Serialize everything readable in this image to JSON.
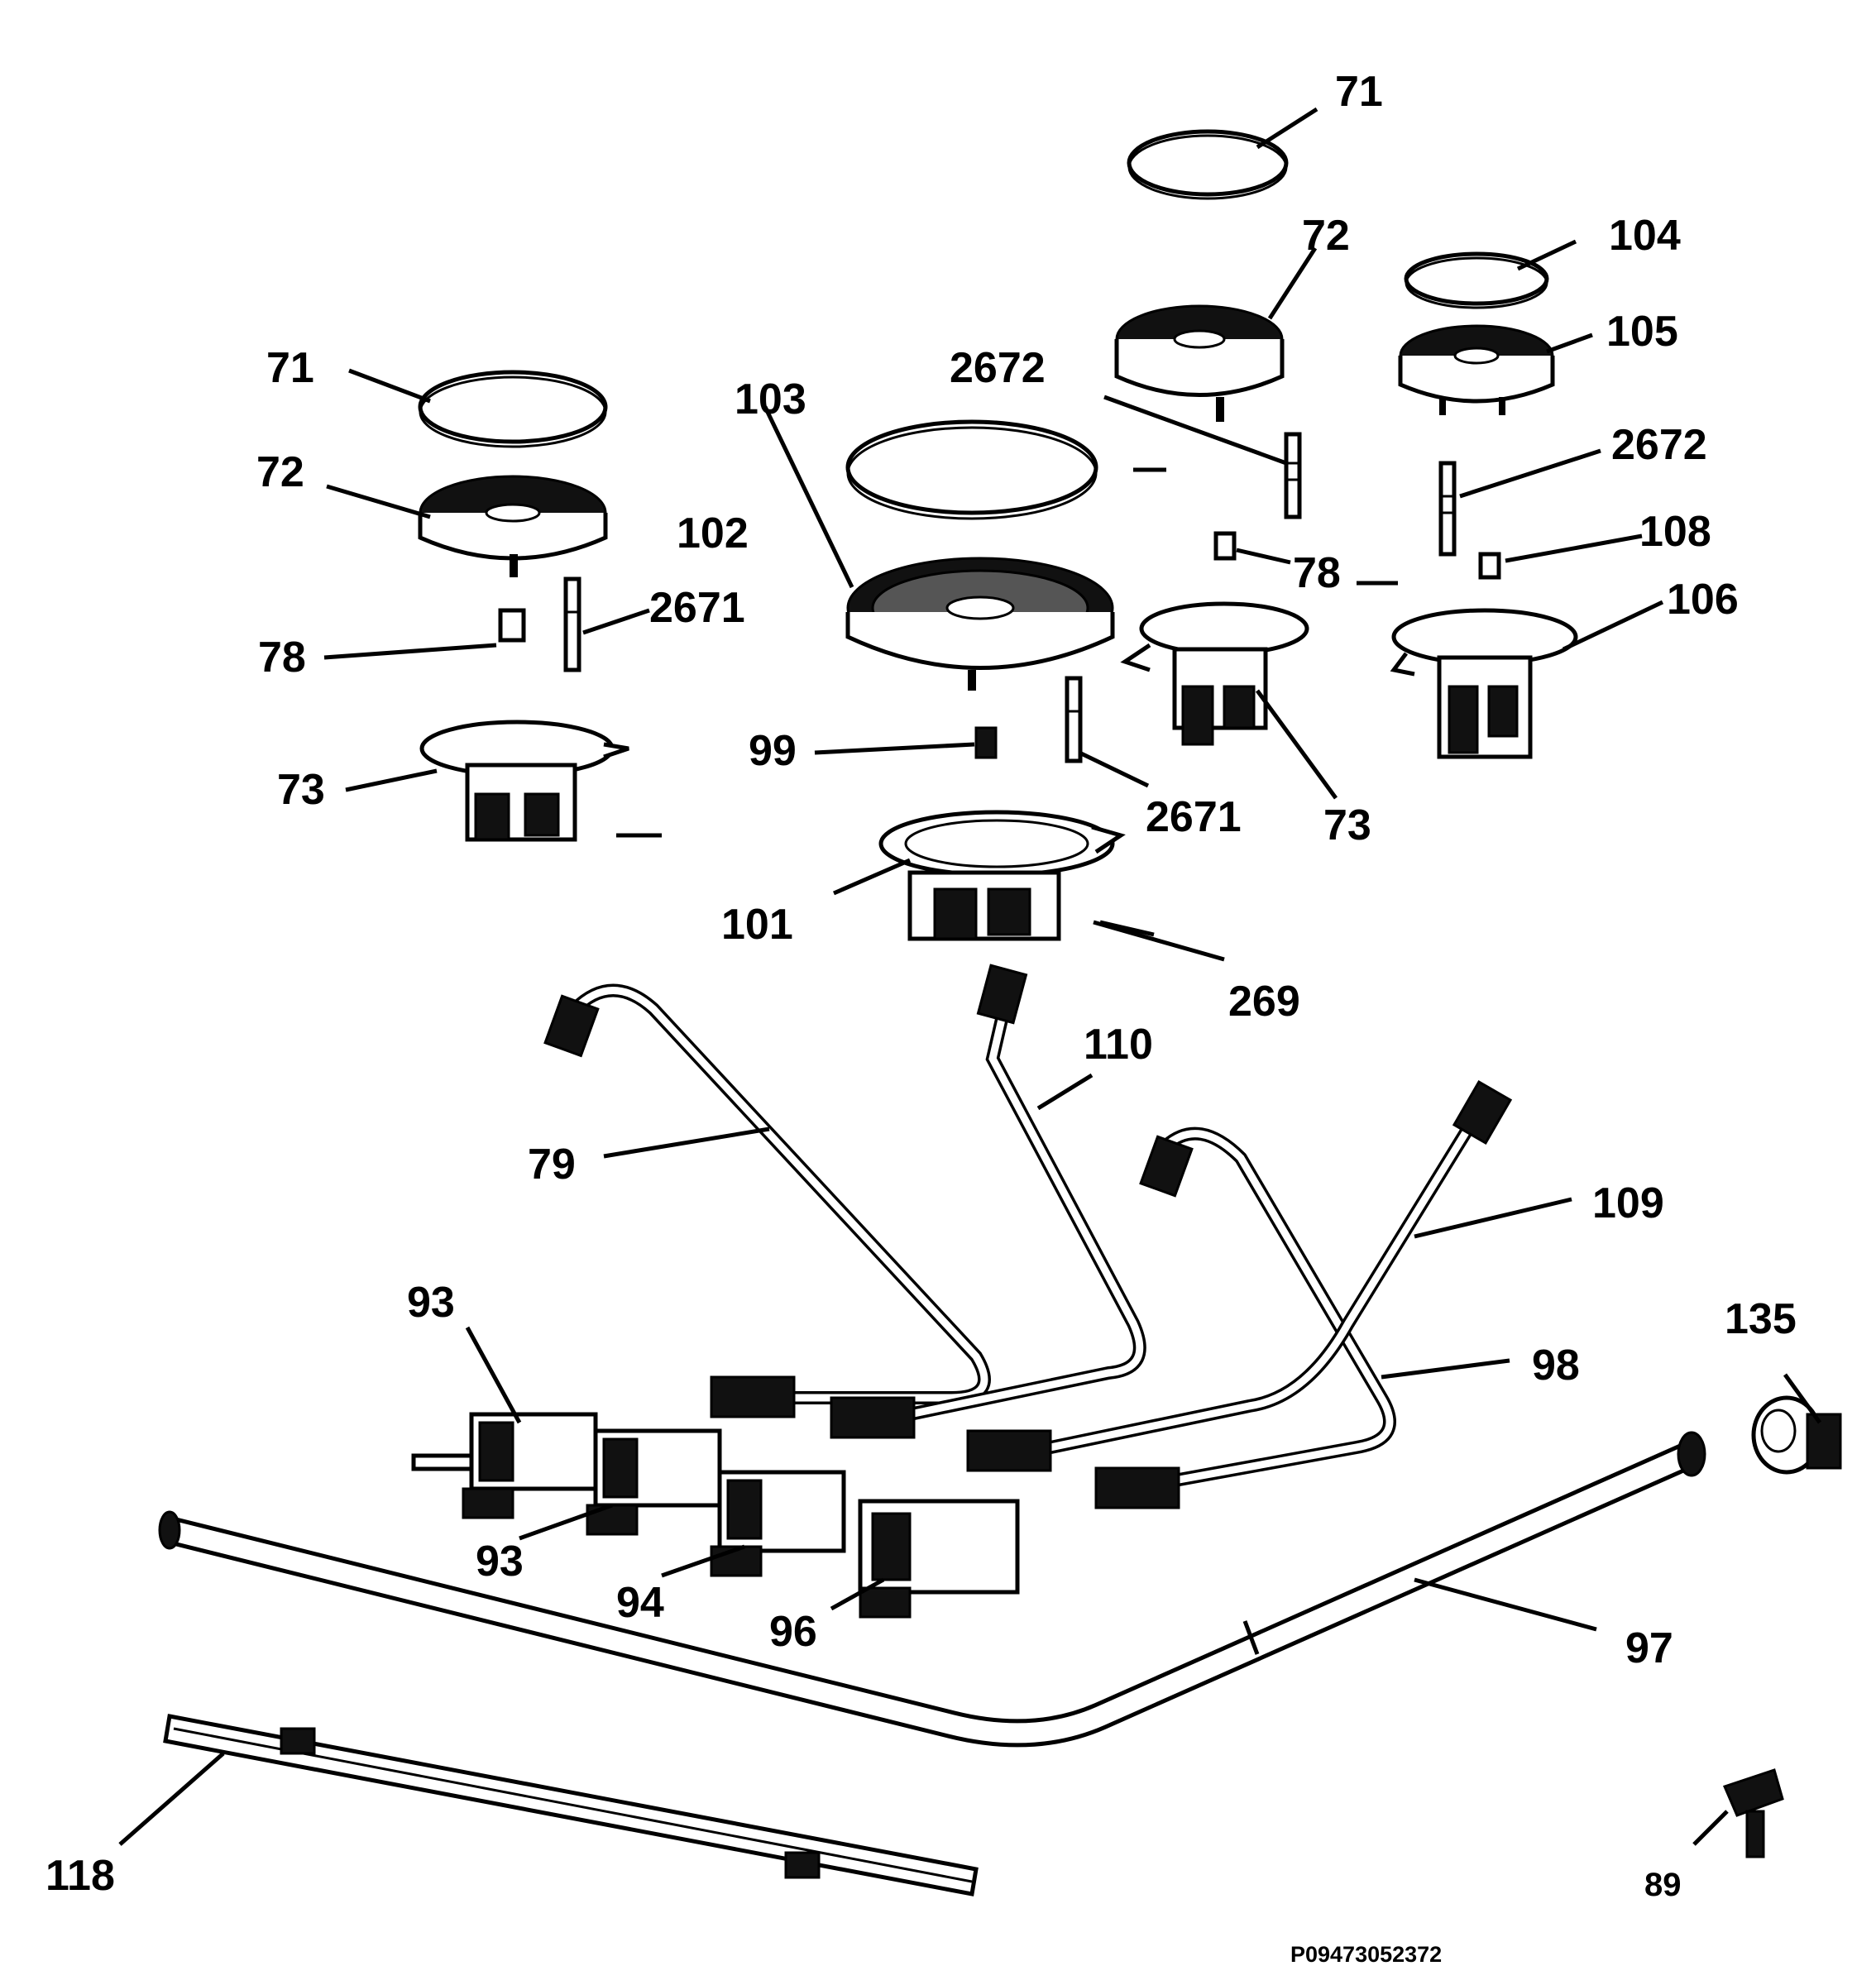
{
  "diagram": {
    "reference_code": "P09473052372",
    "labels": {
      "l71a": "71",
      "l72a": "72",
      "l104": "104",
      "l105": "105",
      "l2672a": "2672",
      "l2672b": "2672",
      "l108": "108",
      "l78a": "78",
      "l106": "106",
      "l71b": "71",
      "l72b": "72",
      "l103": "103",
      "l102": "102",
      "l2671a": "2671",
      "l78b": "78",
      "l73a": "73",
      "l99": "99",
      "l2671b": "2671",
      "l73b": "73",
      "l101": "101",
      "l269": "269",
      "l110": "110",
      "l79": "79",
      "l109": "109",
      "l93a": "93",
      "l93b": "93",
      "l135": "135",
      "l98": "98",
      "l94": "94",
      "l96": "96",
      "l97": "97",
      "l118": "118",
      "l89": "89"
    }
  }
}
